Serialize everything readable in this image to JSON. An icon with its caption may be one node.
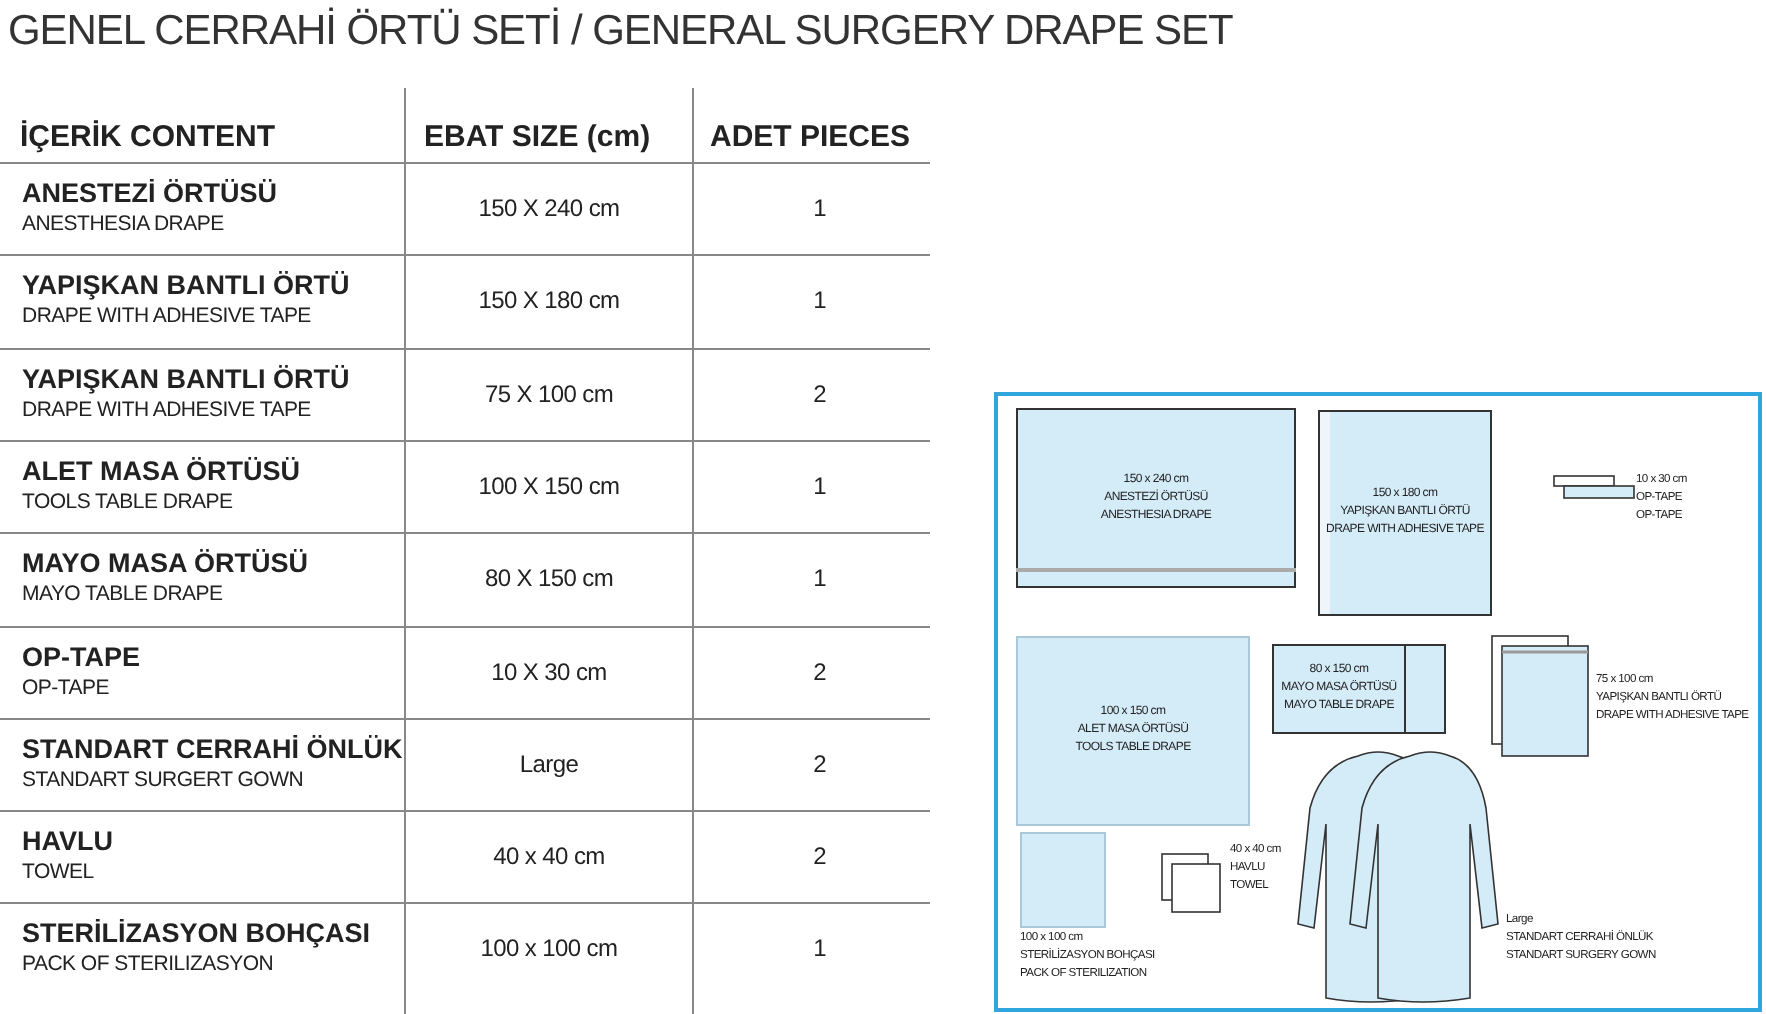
{
  "diagram": {
    "title": "GENEL CERRAHİ ÖRTÜ SETİ / GENERAL SURGERY DRAPE SET",
    "nodes": [
      {
        "text": [
          "150 x 240 cm",
          "ANESTEZİ ÖRTÜSÜ",
          "ANESTHESIA DRAPE"
        ]
      },
      {
        "text": [
          "150 x 180 cm",
          "YAPIŞKAN BANTLI ÖRTÜ",
          "DRAPE WITH ADHESIVE TAPE"
        ]
      },
      {
        "text": [],
        "shape": "box",
        "beside": [
          "10 x 30 cm",
          "OP-TAPE",
          "OP-TAPE"
        ]
      },
      {
        "text": [
          "100 x 150 cm",
          "ALET MASA ÖRTÜSÜ",
          "TOOLS TABLE DRAPE"
        ]
      },
      {
        "text": [
          "80 x 150 cm",
          "MAYO MASA ÖRTÜSÜ",
          "MAYO TABLE DRAPE"
        ]
      },
      {
        "text": [],
        "shape": "box",
        "beside": [
          "75 x 100 cm",
          "YAPIŞKAN BANTLI ÖRTÜ",
          "DRAPE WITH ADHESIVE TAPE"
        ]
      },
      {
        "text": [],
        "shape": "box",
        "beside": [
          "100 x 100 cm",
          "STERİLİZASYON BOHÇASI",
          "PACK OF STERILIZATION"
        ]
      },
      {
        "text": [],
        "shape": "box",
        "beside": [
          "40 x 40 cm",
          "HAVLU",
          "TOWEL"
        ]
      },
      {
        "text": [],
        "shape": "picture",
        "beside": [
          "Large",
          "STANDART CERRAHİ ÖNLÜK",
          "STANDART SURGERY GOWN"
        ]
      }
    ],
    "labels": [
      "İÇERİK CONTENT",
      "EBAT SIZE (cm)",
      "ADET PIECES",
      "ANESTEZİ ÖRTÜSÜ",
      "ANESTHESIA DRAPE",
      "150 X 240 cm",
      "1",
      "YAPIŞKAN BANTLI ÖRTÜ",
      "DRAPE WITH ADHESIVE TAPE",
      "150 X 180 cm",
      "1",
      "YAPIŞKAN BANTLI ÖRTÜ",
      "DRAPE WITH ADHESIVE TAPE",
      "75 X 100 cm",
      "2",
      "ALET MASA ÖRTÜSÜ",
      "TOOLS TABLE DRAPE",
      "100 X 150 cm",
      "1",
      "MAYO MASA ÖRTÜSÜ",
      "MAYO TABLE DRAPE",
      "80 X 150 cm",
      "1",
      "OP-TAPE",
      "OP-TAPE",
      "10 X 30 cm",
      "2",
      "STANDART CERRAHİ ÖNLÜK",
      "STANDART SURGERT GOWN",
      "Large",
      "2",
      "HAVLU",
      "TOWEL",
      "40 x 40 cm",
      "2",
      "STERİLİZASYON BOHÇASI",
      "PACK OF STERILIZASYON",
      "100 x 100 cm",
      "1"
    ]
  }
}
